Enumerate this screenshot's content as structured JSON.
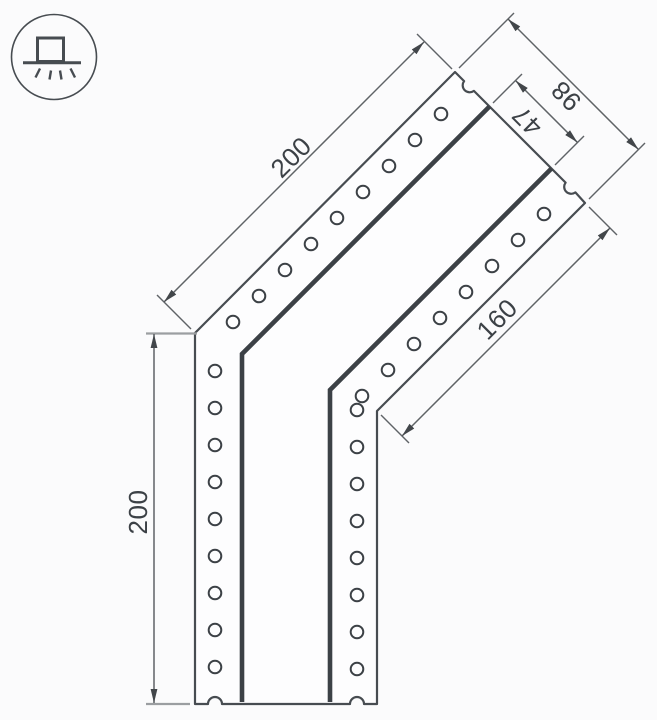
{
  "icon": {
    "name": "surface-mount-luminaire-icon",
    "meaning": "surface mounted luminaire mounting type symbol"
  },
  "dimension_labels": {
    "top_edge": "200",
    "outer_end_width": "98",
    "inner_end_width": "47",
    "right_edge": "160",
    "left_edge": "200"
  },
  "colors": {
    "background": "#fbfbfc",
    "outline": "#474c51",
    "wall": "#3c4146",
    "dim_line": "#5f6366",
    "ext_light": "#9b9ea1",
    "arrow": "#42464a",
    "label": "#3c4146"
  },
  "holes": {
    "radius": 6.3,
    "rows": [
      {
        "name": "left-flange-angled-row",
        "start": [
          233,
          322
        ],
        "step": [
          26,
          -26
        ],
        "count": 9
      },
      {
        "name": "left-flange-vertical-row",
        "start": [
          215,
          371
        ],
        "step": [
          0,
          37
        ],
        "count": 9
      },
      {
        "name": "right-flange-angled-row",
        "start": [
          362,
          396
        ],
        "step": [
          26,
          -26
        ],
        "count": 8
      },
      {
        "name": "right-flange-vertical-row",
        "start": [
          357,
          410
        ],
        "step": [
          0,
          37
        ],
        "count": 8
      }
    ]
  }
}
